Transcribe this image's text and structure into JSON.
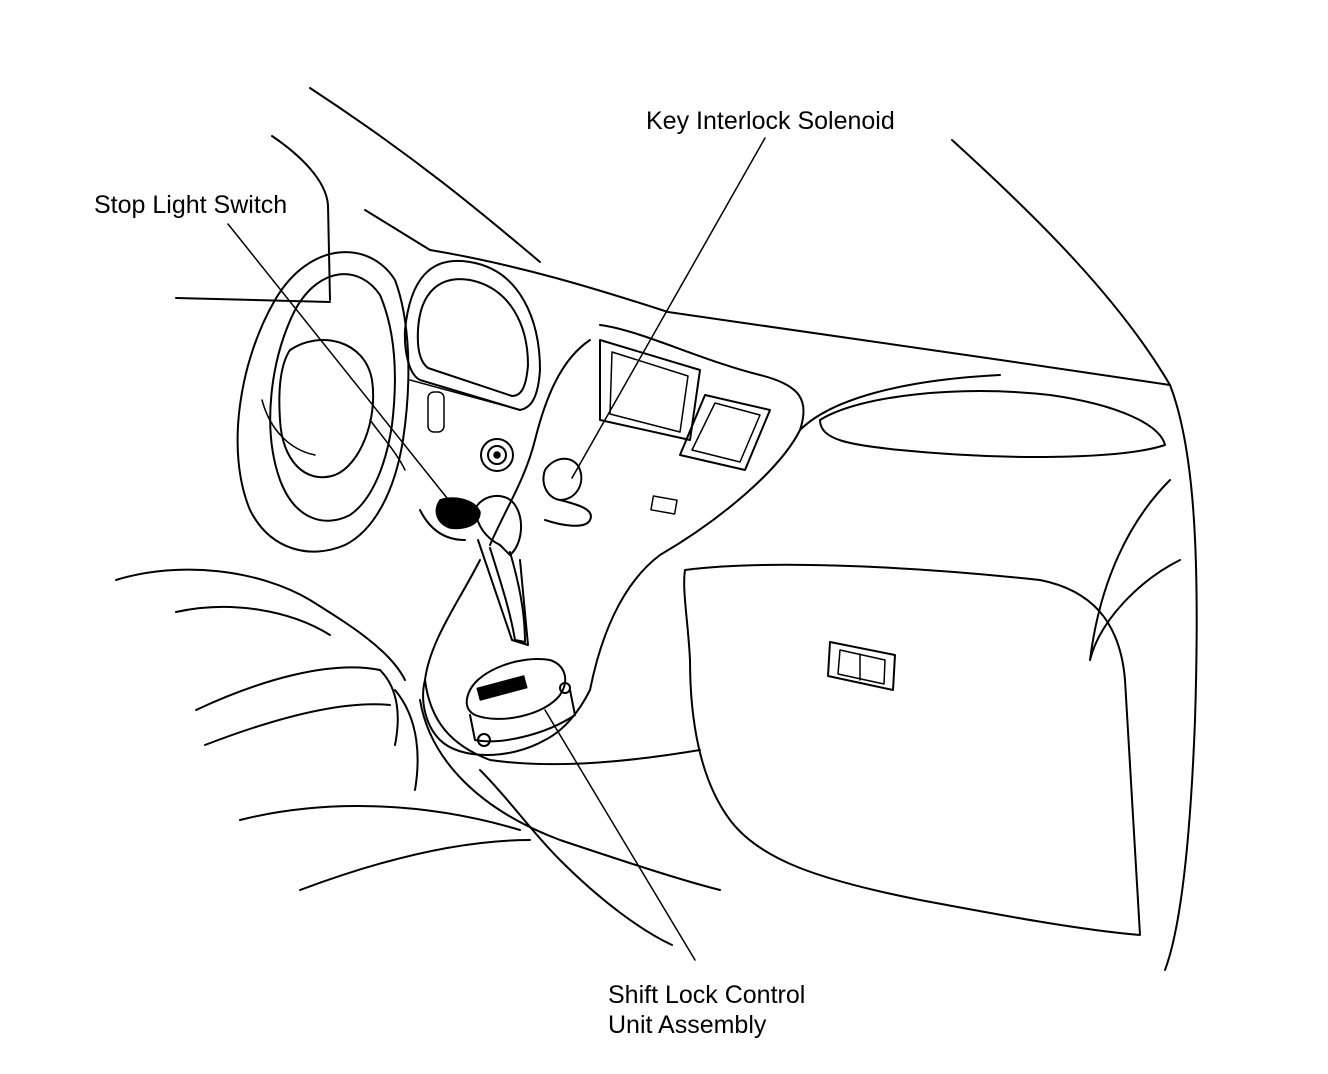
{
  "labels": {
    "key_interlock_solenoid": "Key Interlock Solenoid",
    "stop_light_switch": "Stop Light Switch",
    "shift_lock_line1": "Shift Lock Control",
    "shift_lock_line2": "Unit Assembly"
  },
  "colors": {
    "line": "#000000",
    "background": "#ffffff"
  }
}
